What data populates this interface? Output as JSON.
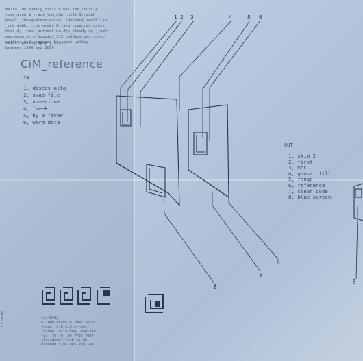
{
  "credits": {
    "lines": [
      "hello: my family_clair & william_louis &",
      "rose_greg & tracy_tom_churchill & raaph",
      "powell_theaquacare_marcel (delain)_smallfish",
      "_rob webb_rz_si green & raya crew_red cross",
      "boss_dj rimar_automation djs_steady dy j_matt",
      "macqueen_otto koppius_313 buddies_dan sicko",
      "tsiakt_photography j clark"
    ],
    "written": [
      "written and produced by simon walley",
      "between 1996 and 2000"
    ]
  },
  "title": "CiM_reference",
  "side_in": {
    "label": "IN",
    "tracks": [
      "1, discos alta",
      "2, swap file",
      "3, numerique",
      "4, fseek",
      "5, by a river",
      "6, warm data"
    ]
  },
  "side_out": {
    "label": "OUT",
    "tracks": [
      "1, skim 2",
      "2, first",
      "3, mpc",
      "4, geosat fill",
      "5, range",
      "6, reference",
      "7, clean code",
      "8, blue screen"
    ]
  },
  "callouts": {
    "top": [
      "1",
      "2",
      "3",
      "4",
      "5",
      "6"
    ],
    "bottom": [
      "8",
      "7",
      "6"
    ],
    "right": "5"
  },
  "footer": {
    "lines": [
      "foc3020p",
      "© 2000 focus  ℗ 2000 focus",
      "focus, 348 old street,",
      "london, ec1v 9nq, england",
      "fax +44 (0) 20 7739 7987",
      "clair@smallfish.co.uk",
      "barcode 5 05 065 500 148"
    ],
    "side_code": "FOC3020P"
  }
}
